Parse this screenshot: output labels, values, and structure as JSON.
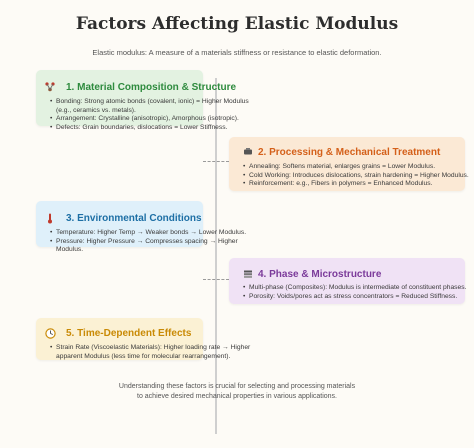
{
  "title": "Factors Affecting Elastic Modulus",
  "subtitle": "Elastic modulus: A measure of a materials stiffness or resistance to elastic deformation.",
  "cards": [
    {
      "title": "1. Material Composition & Structure",
      "icon": "molecule-icon",
      "accent": "#2e8b3e",
      "bg": "#e3f2e1",
      "bullets": [
        "Bonding: Strong atomic bonds (covalent, ionic) = Higher Modulus (e.g., ceramics vs. metals).",
        "Arrangement: Crystalline (anisotropic), Amorphous (isotropic).",
        "Defects: Grain boundaries, dislocations = Lower Stiffness."
      ]
    },
    {
      "title": "2. Processing & Mechanical Treatment",
      "icon": "gear-icon",
      "accent": "#d4601a",
      "bg": "#fbe9d5",
      "bullets": [
        "Annealing: Softens material, enlarges grains = Lower Modulus.",
        "Cold Working: Introduces dislocations, strain hardening = Higher Modulus.",
        "Reinforcement: e.g., Fibers in polymers = Enhanced Modulus."
      ]
    },
    {
      "title": "3. Environmental Conditions",
      "icon": "thermometer-icon",
      "accent": "#1d6fa5",
      "bg": "#dff0fa",
      "bullets": [
        "Temperature: Higher Temp → Weaker bonds → Lower Modulus.",
        "Pressure: Higher Pressure → Compresses spacing → Higher Modulus."
      ]
    },
    {
      "title": "4. Phase & Microstructure",
      "icon": "layers-icon",
      "accent": "#7b3a9a",
      "bg": "#f0e2f5",
      "bullets": [
        "Multi-phase (Composites): Modulus is intermediate of constituent phases.",
        "Porosity: Voids/pores act as stress concentrators = Reduced Stiffness."
      ]
    },
    {
      "title": "5. Time-Dependent Effects",
      "icon": "clock-icon",
      "accent": "#c98a06",
      "bg": "#fbf1d4",
      "bullets": [
        "Strain Rate (Viscoelastic Materials): Higher loading rate → Higher apparent Modulus (less time for molecular rearrangement)."
      ]
    }
  ],
  "footer": {
    "line1": "Understanding these factors is crucial for selecting and processing materials",
    "line2": "to achieve desired mechanical properties in various applications."
  }
}
